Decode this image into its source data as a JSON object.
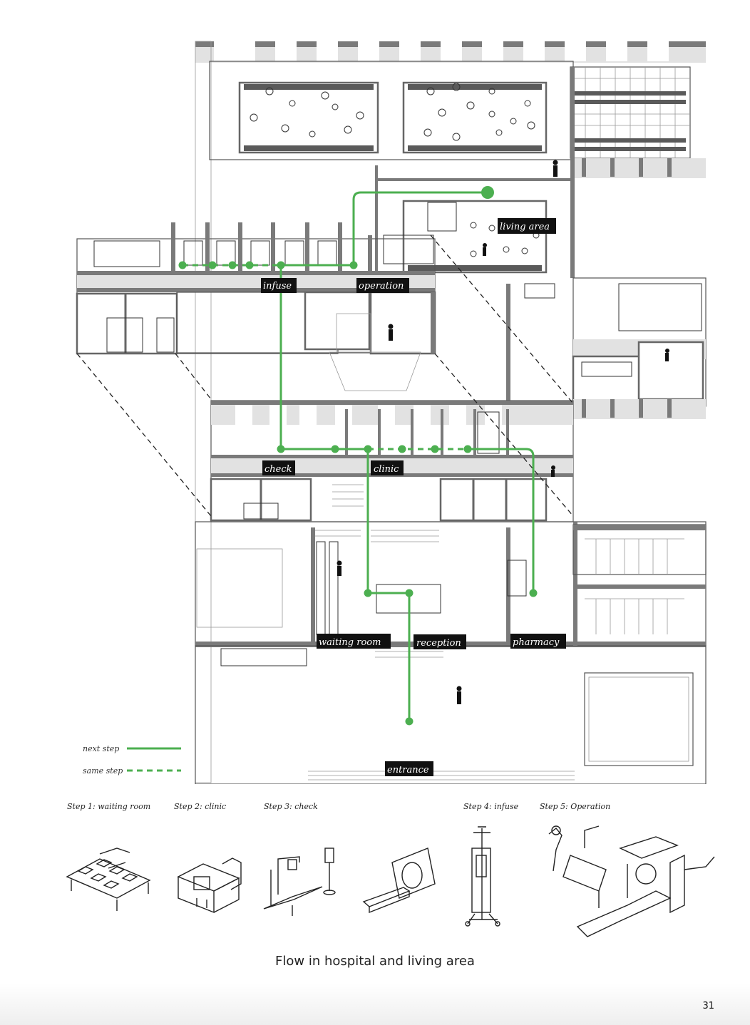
{
  "labels": {
    "living_area": "living  area",
    "infuse": "infuse",
    "operation": "operation",
    "check": "check",
    "clinic": "clinic",
    "waiting_room": "waiting  room",
    "reception": "reception",
    "pharmacy": "pharmacy",
    "entrance": "entrance"
  },
  "legend": {
    "next_step": "next step",
    "same_step": "same step"
  },
  "steps": [
    {
      "label": "Step 1:  waiting  room"
    },
    {
      "label": "Step 2:  clinic"
    },
    {
      "label": "Step 3:  check"
    },
    {
      "label": "Step 4:  infuse"
    },
    {
      "label": "Step 5:  Operation"
    }
  ],
  "caption": "Flow in hospital and living area",
  "page_number": "31",
  "colors": {
    "route": "#4caf50",
    "walls": "#7a7a7a",
    "label_background": "#111111"
  },
  "icons": {
    "waiting": "waiting-chairs-icon",
    "clinic": "clinic-desk-icon",
    "check": "xray-machine-icon",
    "scanner": "ct-scanner-icon",
    "infuse": "infusion-stand-icon",
    "operation": "operating-table-icon"
  }
}
